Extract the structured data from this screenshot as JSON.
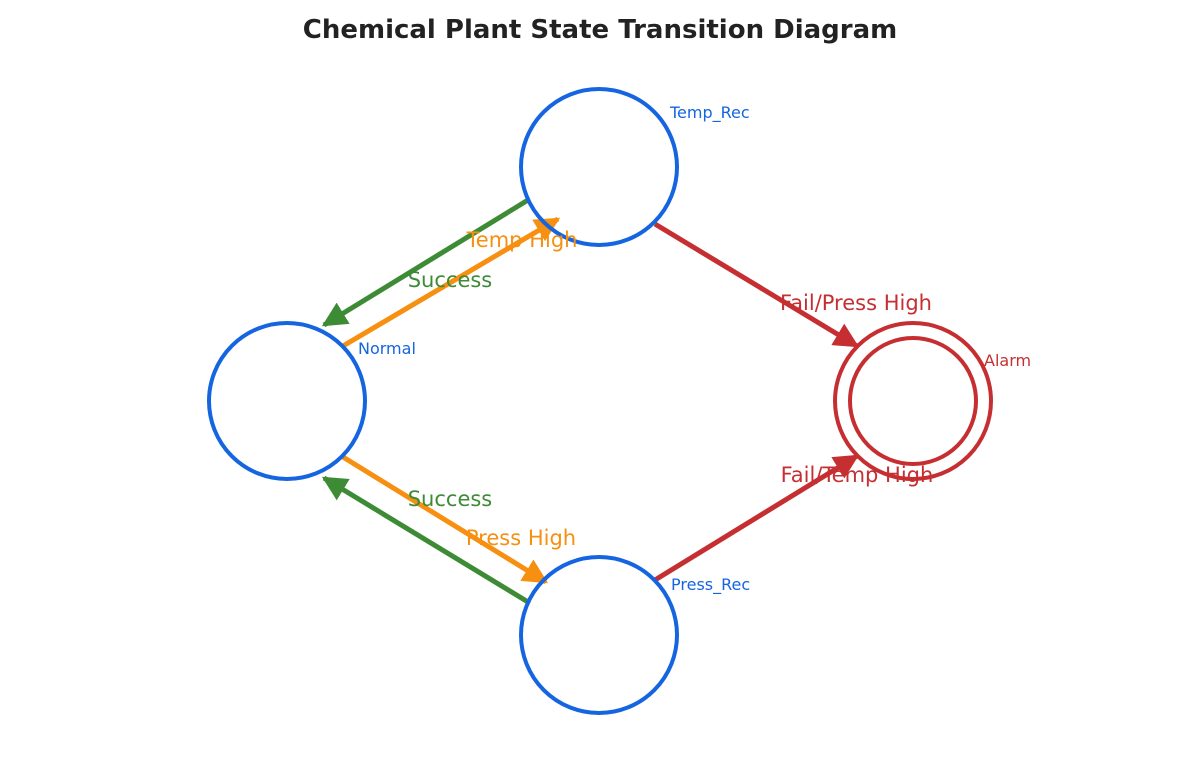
{
  "title": "Chemical Plant State Transition Diagram",
  "colors": {
    "state": "#1565e0",
    "accept": "#c62f32",
    "to_recovery": "#f78f10",
    "success": "#3e8b36",
    "fail": "#c62f32",
    "title": "#222222"
  },
  "states": [
    {
      "id": "normal",
      "label": "Normal",
      "kind": "normal"
    },
    {
      "id": "temp_rec",
      "label": "Temp_Rec",
      "kind": "normal"
    },
    {
      "id": "press_rec",
      "label": "Press_Rec",
      "kind": "normal"
    },
    {
      "id": "alarm",
      "label": "Alarm",
      "kind": "accept"
    }
  ],
  "transitions": [
    {
      "from": "normal",
      "to": "temp_rec",
      "label": "Temp High",
      "kind": "to_recovery"
    },
    {
      "from": "temp_rec",
      "to": "normal",
      "label": "Success",
      "kind": "success"
    },
    {
      "from": "normal",
      "to": "press_rec",
      "label": "Press High",
      "kind": "to_recovery"
    },
    {
      "from": "press_rec",
      "to": "normal",
      "label": "Success",
      "kind": "success"
    },
    {
      "from": "temp_rec",
      "to": "alarm",
      "label": "Fail/Press High",
      "kind": "fail"
    },
    {
      "from": "press_rec",
      "to": "alarm",
      "label": "Fail/Temp High",
      "kind": "fail"
    }
  ]
}
